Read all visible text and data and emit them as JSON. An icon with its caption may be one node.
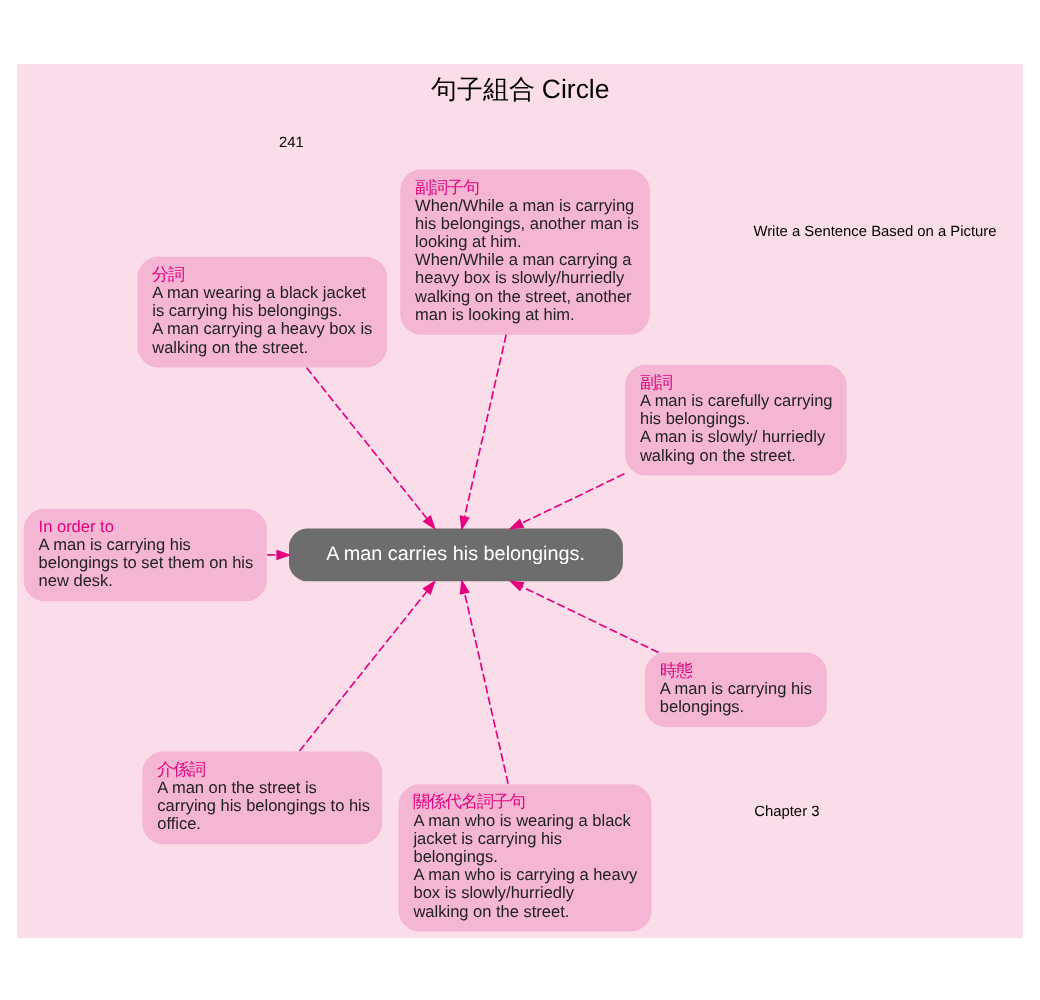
{
  "diagram": {
    "title": "句子組合 Circle",
    "nodes": [
      {
        "text": [
          "A man carries his belongings."
        ]
      },
      {
        "text": [
          "副詞",
          "A man is carefully carrying his belongings.",
          "A man is slowly/ hurriedly walking on the street."
        ]
      },
      {
        "text": [
          "副詞子句",
          "When/While a man is carrying his belongings, another man is looking at him.",
          "When/While a man carrying a heavy box is slowly/hurriedly walking on the street, another man is looking at him."
        ]
      },
      {
        "text": [
          "分詞",
          "A man wearing a black jacket is carrying his belongings.",
          "A man carrying a heavy box is walking on the street."
        ]
      },
      {
        "text": [
          "In order to",
          "A man is carrying his belongings to set them on his new desk."
        ]
      },
      {
        "text": [
          "介係詞",
          "A man on the street is carrying his belongings to his office."
        ]
      },
      {
        "text": [
          "關係代名詞子句",
          "A man who is wearing a black jacket is carrying his belongings.",
          "A man who is carrying a heavy box is slowly/hurriedly walking on the street."
        ]
      },
      {
        "text": [
          "時態",
          "A man is carrying his belongings."
        ]
      }
    ],
    "edges": [
      {
        "from": 1,
        "to": 0,
        "arrow": "to",
        "style": "dashed"
      },
      {
        "from": 2,
        "to": 0,
        "arrow": "to",
        "style": "dashed"
      },
      {
        "from": 3,
        "to": 0,
        "arrow": "to",
        "style": "dashed"
      },
      {
        "from": 4,
        "to": 0,
        "arrow": "to",
        "style": "dashed"
      },
      {
        "from": 5,
        "to": 0,
        "arrow": "to",
        "style": "dashed"
      },
      {
        "from": 6,
        "to": 0,
        "arrow": "to",
        "style": "dashed"
      },
      {
        "from": 7,
        "to": 0,
        "arrow": "to",
        "style": "dashed"
      }
    ],
    "labels": [
      "Chapter 3",
      "Write a Sentence Based on a Picture",
      "241"
    ]
  }
}
